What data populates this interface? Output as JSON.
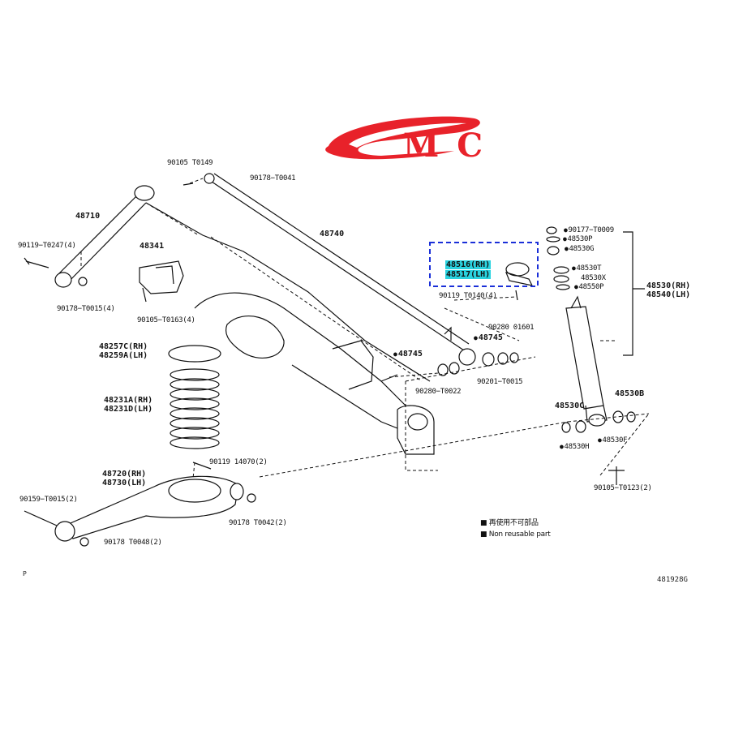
{
  "logo": {
    "text": "MC",
    "color": "#e8222a"
  },
  "highlight_color": "#29d3e0",
  "box_color": "#1a2fd8",
  "labels": {
    "p90105_t0149": "90105  T0149",
    "p90178_t0041": "90178−T0041",
    "p48710": "48710",
    "p48740": "48740",
    "p90119_t0247": "90119−T0247(4)",
    "p48341": "48341",
    "p90178_t0015": "90178−T0015(4)",
    "p90105_t0163": "90105−T0163(4)",
    "p48257c": "48257C(RH)",
    "p48259a": "48259A(LH)",
    "p48231a": "48231A(RH)",
    "p48231d": "48231D(LH)",
    "p90119_14070": "90119  14070(2)",
    "p48720": "48720(RH)",
    "p48730": "48730(LH)",
    "p90159_t0015": "90159−T0015(2)",
    "p90178_t0048": "90178  T0048(2)",
    "p90178_t0042": "90178  T0042(2)",
    "p48516": "48516(RH)",
    "p48517": "48517(LH)",
    "p90119_t0140": "90119  T0140(4)",
    "p90177_t0009": "90177−T0009",
    "p48530p_top": "48530P",
    "p48530g": "48530G",
    "p48530t": "48530T",
    "p48530x": "48530X",
    "p48550p": "48550P",
    "p48530_rh": "48530(RH)",
    "p48540_lh": "48540(LH)",
    "p90280_01601": "90280  01601",
    "p48745_a": "48745",
    "p48745_b": "48745",
    "p90280_t0022": "90280−T0022",
    "p90201_t0015": "90201−T0015",
    "p48530c": "48530C",
    "p48530b": "48530B",
    "p48530h": "48530H",
    "p48530f": "48530F",
    "p90105_t0123": "90105−T0123(2)"
  },
  "legend": {
    "line1": "■ 再使用不可部品",
    "line2": "■ Non reusable part"
  },
  "corner_mark": "P",
  "figure_code": "481928G"
}
